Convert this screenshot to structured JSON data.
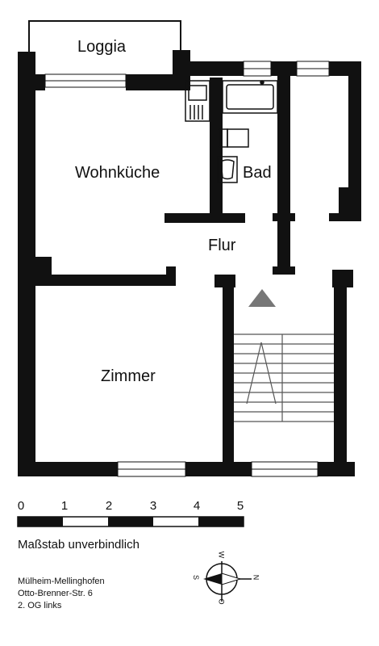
{
  "rooms": {
    "loggia": "Loggia",
    "wohnkueche": "Wohnküche",
    "bad": "Bad",
    "flur": "Flur",
    "zimmer": "Zimmer"
  },
  "scale": {
    "ticks": [
      "0",
      "1",
      "2",
      "3",
      "4",
      "5"
    ],
    "label": "Maßstab unverbindlich"
  },
  "address": {
    "line1": "Mülheim-Mellinghofen",
    "line2": "Otto-Brenner-Str. 6",
    "line3": "2. OG links"
  },
  "compass": {
    "n": "N",
    "s": "S",
    "w": "W",
    "o": "O"
  },
  "colors": {
    "wall": "#111111",
    "arrow": "#777777",
    "stair_line": "#555555"
  }
}
